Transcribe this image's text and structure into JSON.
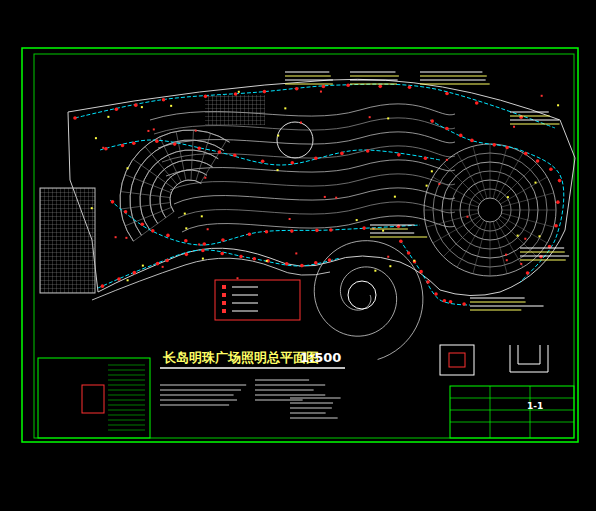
{
  "diagram": {
    "title": "长岛明珠广场照明总平面图",
    "labels": [
      "1:500",
      "1-1"
    ]
  }
}
